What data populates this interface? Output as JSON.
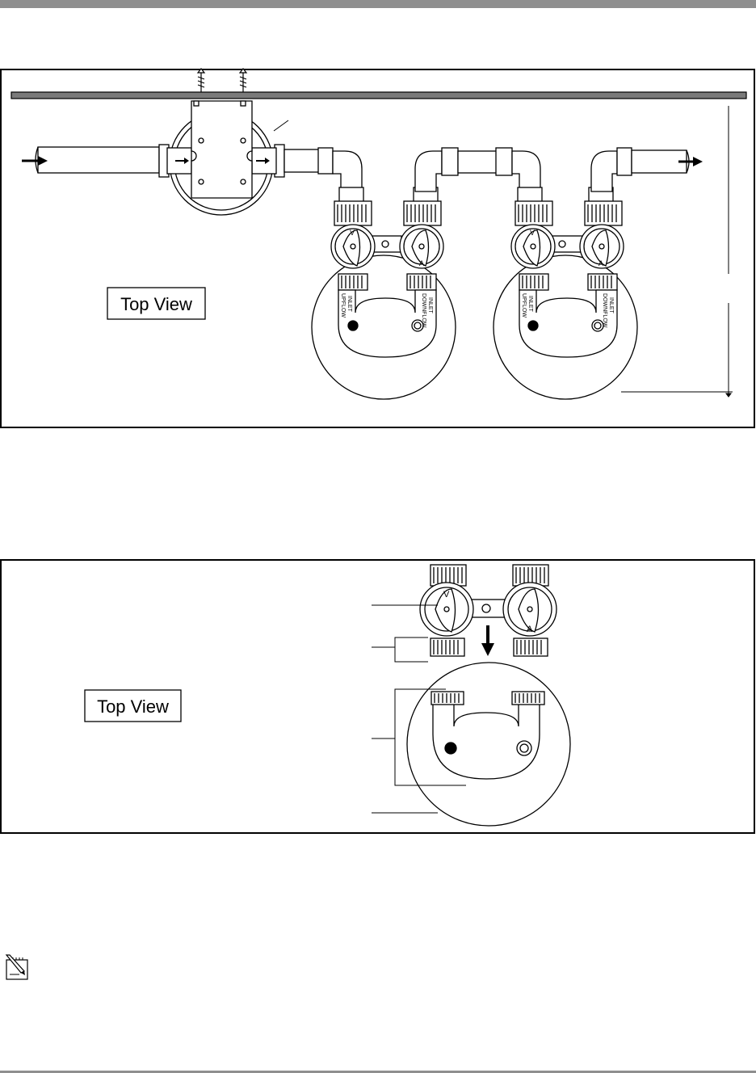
{
  "figure1": {
    "view_label": "Top View",
    "valve_labels": {
      "upflow": [
        "UPFLOW",
        "INLET"
      ],
      "downflow": [
        "DOWNFLOW",
        "INLET"
      ],
      "valve_letters": [
        "V",
        "A"
      ]
    }
  },
  "figure2": {
    "view_label": "Top View",
    "valve_letters": [
      "V",
      "A"
    ]
  },
  "icons": {
    "note": "note-pencil-icon",
    "arrow": "arrow-icon"
  },
  "colors": {
    "rule": "#8f8f8f",
    "ink": "#000000",
    "shelf": "#7a7a7a"
  }
}
